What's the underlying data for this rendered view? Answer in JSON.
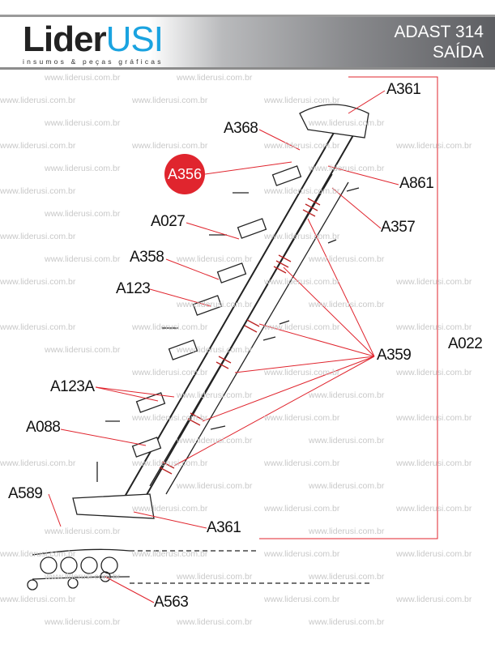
{
  "header": {
    "logo_main": "Lider",
    "logo_accent": "USI",
    "tagline": "insumos & peças gráficas",
    "title_line1": "ADAST 314",
    "title_line2": "SAÍDA"
  },
  "watermark": "www.liderusi.com.br",
  "colors": {
    "leader": "#e0252e",
    "highlight": "#e0252e",
    "accent": "#1aa3e0"
  },
  "parts": {
    "a361_top": "A361",
    "a368": "A368",
    "a356": "A356",
    "a861": "A861",
    "a357": "A357",
    "a027": "A027",
    "a358": "A358",
    "a123": "A123",
    "a359": "A359",
    "a022": "A022",
    "a123a": "A123A",
    "a088": "A088",
    "a589": "A589",
    "a361_bottom": "A361",
    "a563": "A563"
  }
}
